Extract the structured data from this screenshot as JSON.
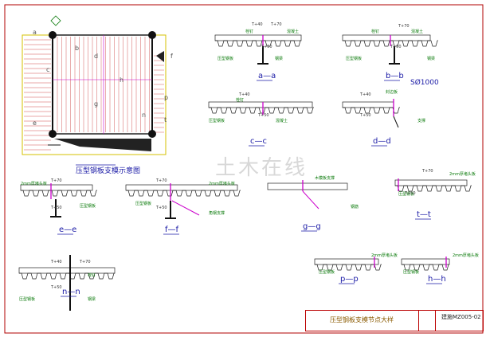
{
  "plan": {
    "title": "压型钢板支模示意图",
    "grid_labels": [
      "a",
      "b",
      "c",
      "d",
      "e",
      "f",
      "g",
      "h",
      "n",
      "p",
      "t"
    ]
  },
  "sections": [
    {
      "id": "aa",
      "label": "a—a",
      "notes": [
        "压型钢板",
        "栓钉",
        "混凝土",
        "钢梁"
      ]
    },
    {
      "id": "bb",
      "label": "b—b",
      "notes": [
        "压型钢板",
        "栓钉",
        "混凝土",
        "钢梁"
      ]
    },
    {
      "id": "cc",
      "label": "c—c",
      "notes": [
        "压型钢板",
        "栓钉",
        "混凝土"
      ]
    },
    {
      "id": "dd",
      "label": "d—d",
      "notes": [
        "封边板",
        "支撑"
      ],
      "callout": "SØ1000"
    },
    {
      "id": "ee",
      "label": "e—e",
      "notes": [
        "2mm厚堵头板",
        "压型钢板"
      ]
    },
    {
      "id": "ff",
      "label": "f—f",
      "notes": [
        "2mm厚堵头板",
        "角钢支撑",
        "压型钢板"
      ]
    },
    {
      "id": "gg",
      "label": "g—g",
      "notes": [
        "木模板支撑",
        "钢筋"
      ]
    },
    {
      "id": "tt",
      "label": "t—t",
      "notes": [
        "2mm厚堵头板",
        "压型钢板"
      ]
    },
    {
      "id": "pp",
      "label": "p—p",
      "notes": [
        "2mm厚堵头板",
        "压型钢板"
      ]
    },
    {
      "id": "hh",
      "label": "h—h",
      "notes": [
        "2mm厚堵头板",
        "压型钢板"
      ]
    },
    {
      "id": "nn",
      "label": "n—n",
      "notes": [
        "压型钢板",
        "钢梁",
        "栓钉"
      ]
    }
  ],
  "dims": {
    "top": "T+70",
    "mid": "T+40",
    "low": "T+50"
  },
  "title_block": {
    "title": "压型钢板支模节点大样",
    "code": "建施MZ005-02"
  },
  "watermark": "土木在线",
  "colors": {
    "frame": "#b00000",
    "plank": "#e08a8a",
    "border": "#d4c000",
    "line": "#1a1aa6",
    "accent": "#cc00cc",
    "note": "#0a7a0a"
  }
}
